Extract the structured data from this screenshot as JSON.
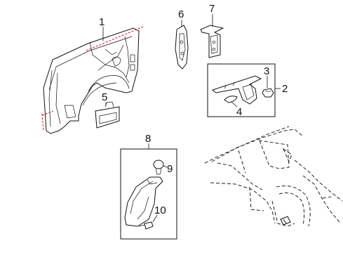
{
  "callouts": {
    "c1": "1",
    "c2": "2",
    "c3": "3",
    "c4": "4",
    "c5": "5",
    "c6": "6",
    "c7": "7",
    "c8": "8",
    "c9": "9",
    "c10": "10"
  },
  "colors": {
    "line": "#111111",
    "cut_line": "#e0202a",
    "background": "#ffffff"
  }
}
